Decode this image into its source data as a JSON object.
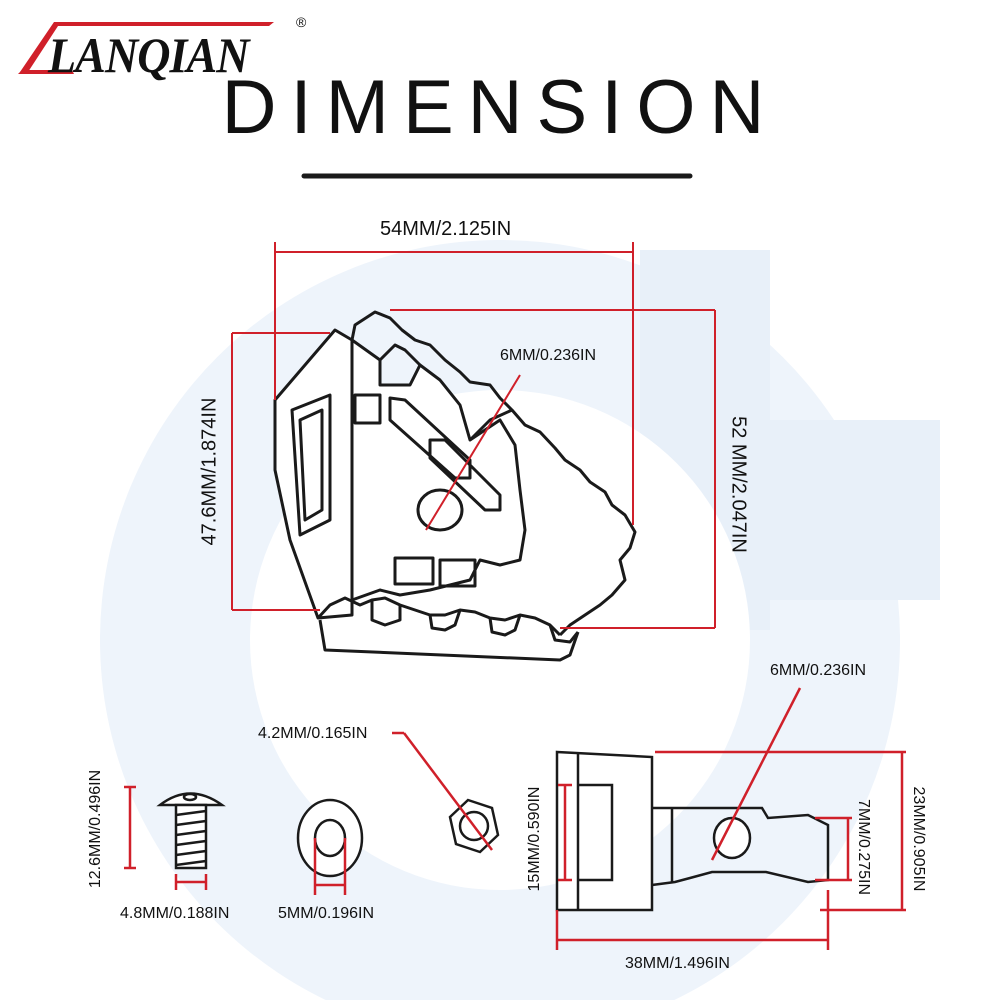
{
  "brand": {
    "logo_text": "LANQIAN",
    "registered_mark": "®"
  },
  "title": "DIMENSION",
  "colors": {
    "dimension_line": "#d0202a",
    "outline": "#1a1a1a",
    "watermark": "#eef4fb"
  },
  "main_part": {
    "width_label": "54MM/2.125IN",
    "height_left_label": "47.6MM/1.874IN",
    "height_right_label": "52 MM/2.047IN",
    "hole_label": "6MM/0.236IN"
  },
  "screw": {
    "length_label": "12.6MM/0.496IN",
    "diameter_label": "4.8MM/0.188IN"
  },
  "washer": {
    "diameter_label": "5MM/0.196IN"
  },
  "nut": {
    "size_label": "4.2MM/0.165IN"
  },
  "bracket": {
    "hole_label": "6MM/0.236IN",
    "inner_height_label": "15MM/0.590IN",
    "tab_height_label": "7MM/0.275IN",
    "total_height_label": "23MM/0.905IN",
    "length_label": "38MM/1.496IN"
  }
}
